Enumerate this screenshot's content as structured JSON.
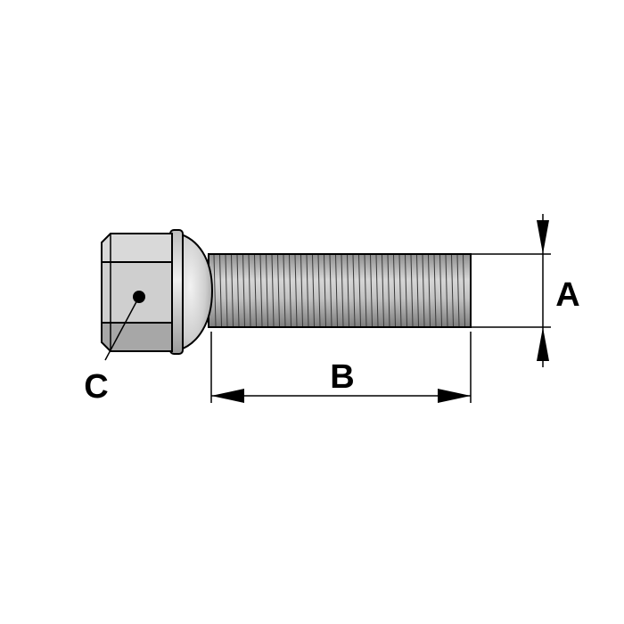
{
  "diagram": {
    "labels": {
      "diameter": "A",
      "length": "B",
      "head": "C"
    }
  },
  "colors": {
    "line": "#000000",
    "metal_light": "#e6e6e6",
    "metal_mid": "#b9b9b9",
    "metal_dark": "#8f8f8f",
    "background": "#ffffff"
  }
}
